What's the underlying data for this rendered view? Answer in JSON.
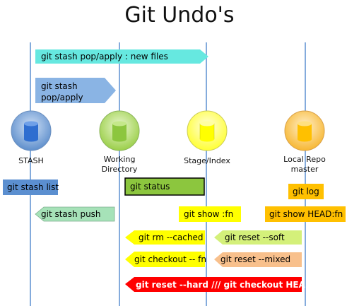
{
  "title": "Git Undo's",
  "columns": {
    "stash": "STASH",
    "working_line1": "Working",
    "working_line2": "Directory",
    "stage": "Stage/Index",
    "local_line1": "Local Repo",
    "local_line2": "master"
  },
  "commands": {
    "stash_pop_new_files": "git stash pop/apply  : new files",
    "stash_pop_line1": "git stash",
    "stash_pop_line2": "pop/apply",
    "stash_list": "git stash list",
    "git_status": "git status",
    "git_log": "git log",
    "stash_push": "git stash push",
    "show_fn": "git show :fn",
    "show_head_fn": "git show HEAD:fn",
    "rm_cached": "git rm --cached",
    "reset_soft": "git reset --soft",
    "checkout_fn": "git checkout -- fn",
    "reset_mixed": "git reset --mixed",
    "reset_hard": "git reset --hard   /// git checkout HEAD"
  },
  "colors": {
    "stash": "#5b8fd0",
    "working": "#8cc63e",
    "stage": "#ffff00",
    "local": "#ffc000",
    "cyan": "#66e8e0",
    "light_blue": "#8ab4e4",
    "mint": "#a6e2b8",
    "lime": "#d4f07a",
    "orange_light": "#f8c08c",
    "red": "#ff0000"
  },
  "icons": [
    "database-icon"
  ]
}
